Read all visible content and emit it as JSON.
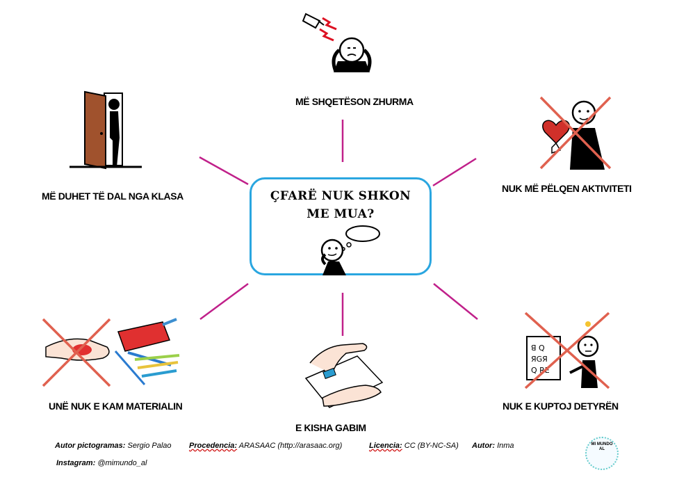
{
  "center": {
    "title_line1": "ÇFARË NUK SHKON",
    "title_line2": "ME MUA?"
  },
  "nodes": {
    "top": "MË SHQETËSON ZHURMA",
    "top_left": "MË DUHET TË DAL NGA KLASA",
    "top_right": "NUK MË PËLQEN AKTIVITETI",
    "bottom_left": "UNË NUK E KAM MATERIALIN",
    "bottom": "E KISHA GABIM",
    "bottom_right": "NUK E KUPTOJ DETYRËN"
  },
  "footer": {
    "autor_pictogramas_label": "Autor pictogramas:",
    "autor_pictogramas_value": "Sergio Palao",
    "procedencia_label": "Procedencia:",
    "procedencia_value": "ARASAAC (http://arasaac.org)",
    "licencia_label": "Licencia:",
    "licencia_value": "CC (BY-NC-SA)",
    "autor_label": "Autor:",
    "autor_value": "Inma",
    "instagram_label": "Instagram:",
    "instagram_value": "@mimundo_al"
  },
  "logo": {
    "line1": "MI MUNDO",
    "line2": "AL"
  },
  "colors": {
    "connector": "#c0208a",
    "center_border": "#2aa6e0",
    "cross": "#e0614f"
  }
}
